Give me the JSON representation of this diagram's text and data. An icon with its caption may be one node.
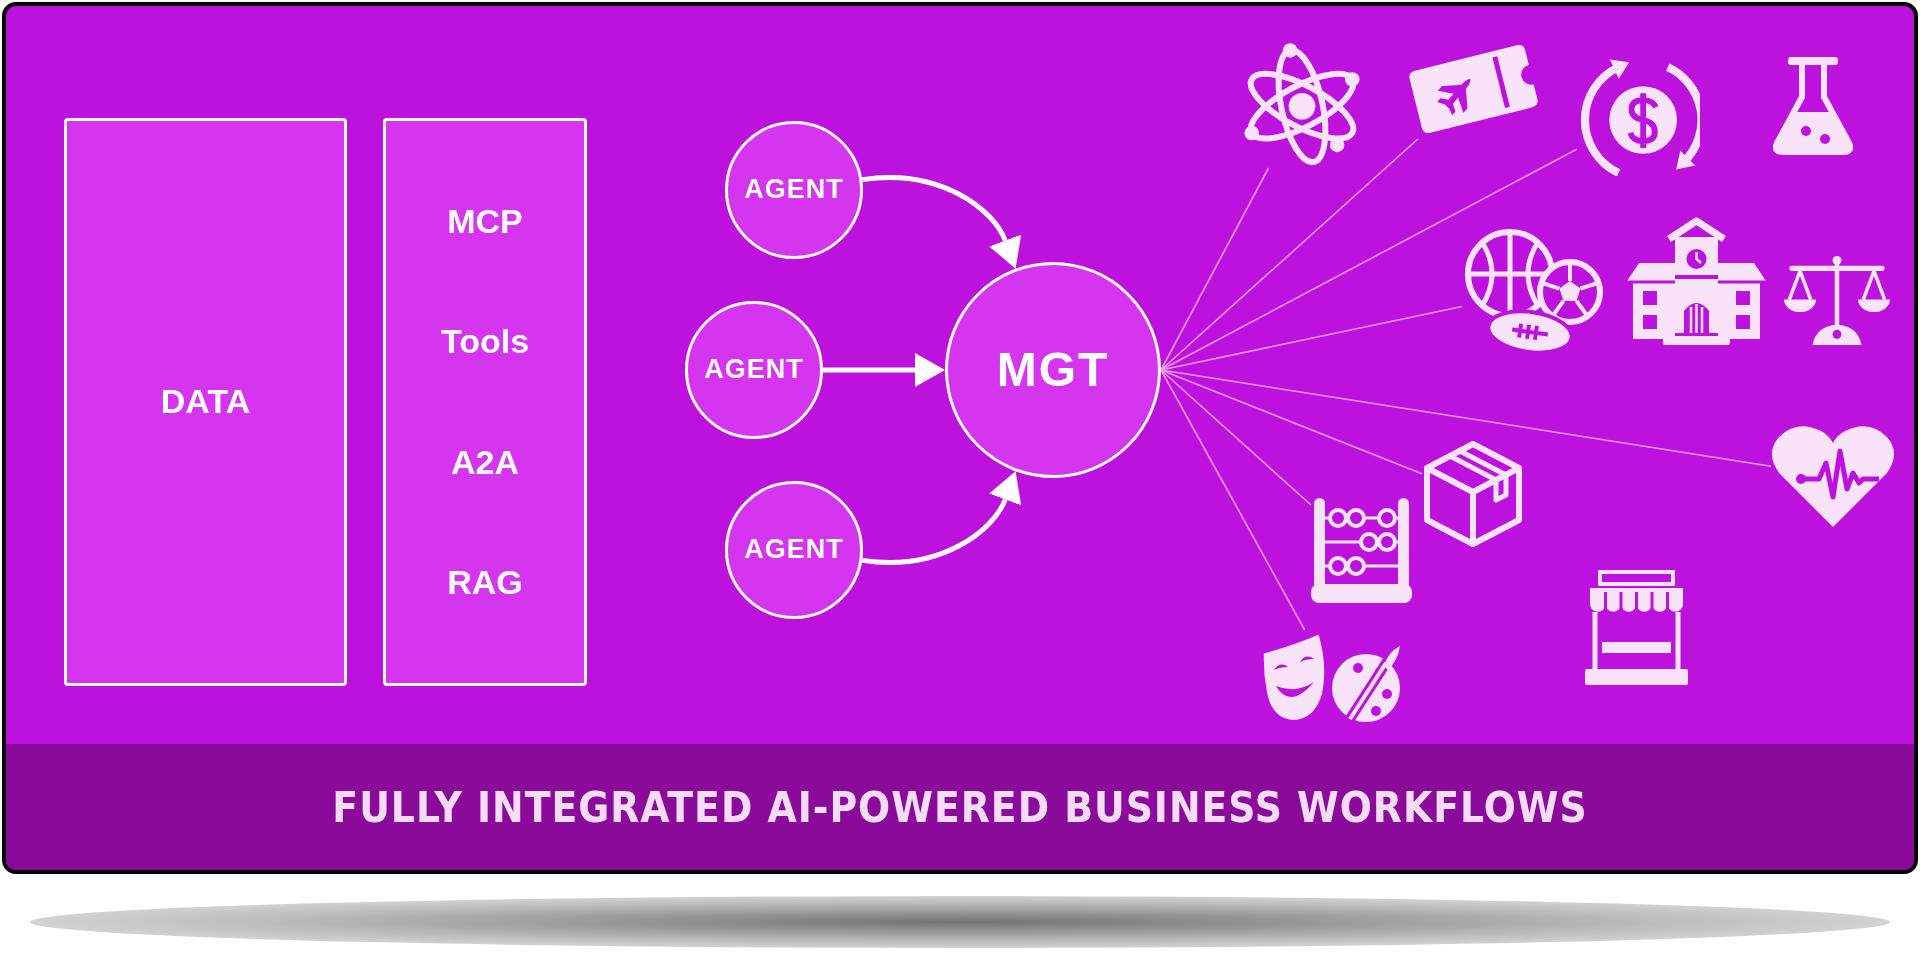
{
  "diagram": {
    "caption": "FULLY INTEGRATED AI-POWERED BUSINESS WORKFLOWS",
    "nodes": [
      {
        "text": [
          "DATA"
        ]
      },
      {
        "text": [
          "MCP",
          "Tools",
          "A2A",
          "RAG"
        ]
      },
      {
        "text": [
          "AGENT"
        ]
      },
      {
        "text": [
          "AGENT"
        ]
      },
      {
        "text": [
          "AGENT"
        ]
      },
      {
        "text": [
          "MGT"
        ]
      },
      {
        "text": [],
        "shape": "picture"
      },
      {
        "text": [],
        "shape": "picture"
      },
      {
        "text": [],
        "shape": "picture"
      },
      {
        "text": [],
        "shape": "picture"
      },
      {
        "text": [],
        "shape": "picture"
      },
      {
        "text": [],
        "shape": "picture"
      },
      {
        "text": [],
        "shape": "picture"
      },
      {
        "text": [],
        "shape": "picture"
      }
    ],
    "edges": [
      {
        "from": 2,
        "to": 5,
        "arrow": "to",
        "style": "thick",
        "color": "#ffffff"
      },
      {
        "from": 3,
        "to": 5,
        "arrow": "to",
        "style": "thick",
        "color": "#ffffff"
      },
      {
        "from": 4,
        "to": 5,
        "arrow": "to",
        "style": "thick",
        "color": "#ffffff"
      },
      {
        "from": 5,
        "to": 6,
        "arrow": "none"
      },
      {
        "from": 5,
        "to": 7,
        "arrow": "none"
      },
      {
        "from": 5,
        "to": 8,
        "arrow": "none"
      },
      {
        "from": 5,
        "to": 9,
        "arrow": "none"
      },
      {
        "from": 5,
        "to": 10,
        "arrow": "none"
      },
      {
        "from": 5,
        "to": 11,
        "arrow": "none"
      },
      {
        "from": 5,
        "to": 12,
        "arrow": "none"
      },
      {
        "from": 5,
        "to": 13,
        "arrow": "none"
      }
    ]
  }
}
